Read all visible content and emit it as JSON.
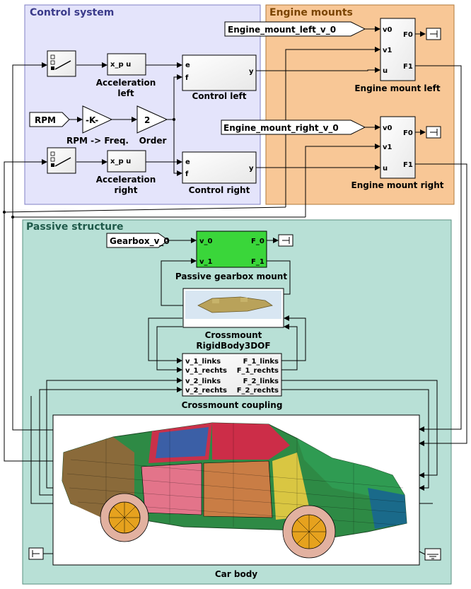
{
  "subsystems": {
    "control_system": {
      "title": "Control system",
      "color": "#e4e4fb"
    },
    "engine_mounts": {
      "title": "Engine mounts",
      "color": "#f8c796"
    },
    "passive_structure": {
      "title": "Passive structure",
      "color": "#b8e0d6"
    }
  },
  "blocks": {
    "acc_left": {
      "ports": "x_p   u",
      "label1": "Acceleration",
      "label2": "left"
    },
    "acc_right": {
      "ports": "x_p   u",
      "label1": "Acceleration",
      "label2": "right"
    },
    "control_left": {
      "in1": "e",
      "in2": "f",
      "out": "y",
      "label": "Control left"
    },
    "control_right": {
      "in1": "e",
      "in2": "f",
      "out": "y",
      "label": "Control right"
    },
    "rpm_in": {
      "text": "RPM"
    },
    "gain": {
      "text": "-K-",
      "label": "RPM -> Freq."
    },
    "order": {
      "text": "2",
      "label": "Order"
    },
    "em_left_in": {
      "text": "Engine_mount_left_v_0"
    },
    "em_right_in": {
      "text": "Engine_mount_right_v_0"
    },
    "em_left": {
      "in1": "v0",
      "in2": "v1",
      "in3": "u",
      "out1": "F0",
      "out2": "F1",
      "label": "Engine mount left"
    },
    "em_right": {
      "in1": "v0",
      "in2": "v1",
      "in3": "u",
      "out1": "F0",
      "out2": "F1",
      "label": "Engine mount right"
    },
    "gearbox_in": {
      "text": "Gearbox_v_0"
    },
    "gearbox_mount": {
      "in1": "v_0",
      "in2": "v_1",
      "out1": "F_0",
      "out2": "F_1",
      "label": "Passive gearbox mount",
      "color": "#3ad63a"
    },
    "crossmount": {
      "label1": "Crossmount",
      "label2": "RigidBody3DOF"
    },
    "coupling": {
      "in1": "v_1_links",
      "in2": "v_1_rechts",
      "in3": "v_2_links",
      "in4": "v_2_rechts",
      "out1": "F_1_links",
      "out2": "F_1_rechts",
      "out3": "F_2_links",
      "out4": "F_2_rechts",
      "label": "Crossmount coupling"
    },
    "car_body": {
      "label": "Car body"
    }
  }
}
